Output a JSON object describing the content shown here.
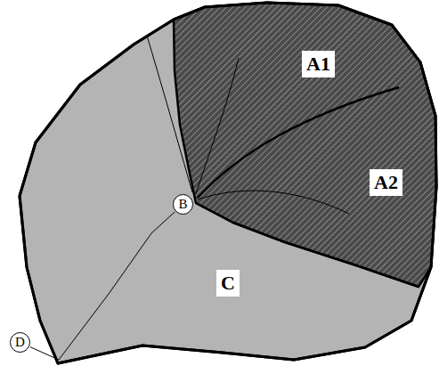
{
  "diagram": {
    "nodes": [
      {
        "text": [
          "A1"
        ]
      },
      {
        "text": [
          "A2"
        ]
      },
      {
        "text": [
          "B"
        ]
      },
      {
        "text": [
          "C"
        ]
      },
      {
        "text": [
          "D"
        ]
      }
    ],
    "edges": [
      {
        "from": 2,
        "to": 4,
        "arrow": "none"
      }
    ]
  }
}
